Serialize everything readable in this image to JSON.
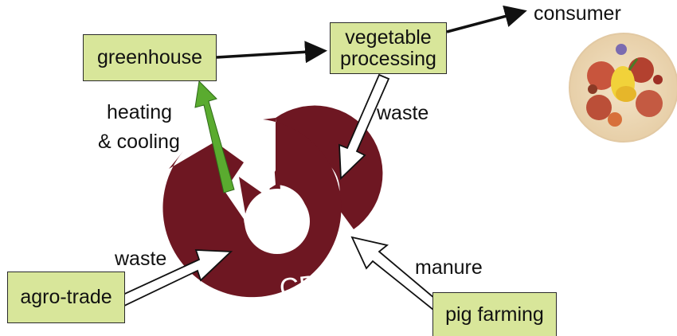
{
  "nodes": {
    "greenhouse": "greenhouse",
    "vegetable_processing": "vegetable processing",
    "agro_trade": "agro-trade",
    "pig_farming": "pig farming",
    "cpu": "CPU"
  },
  "edge_labels": {
    "consumer": "consumer",
    "heating_cooling_line1": "heating",
    "heating_cooling_line2": "& cooling",
    "waste_top": "waste",
    "waste_left": "waste",
    "manure": "manure"
  },
  "colors": {
    "box_fill": "#d8e69a",
    "cycle_fill": "#6e1722",
    "heating_arrow": "#5aab2f",
    "flow_arrow": "#111111",
    "input_arrow_fill": "#ffffff"
  },
  "icons": {
    "consumer_image": "vegetable-platter-icon"
  }
}
